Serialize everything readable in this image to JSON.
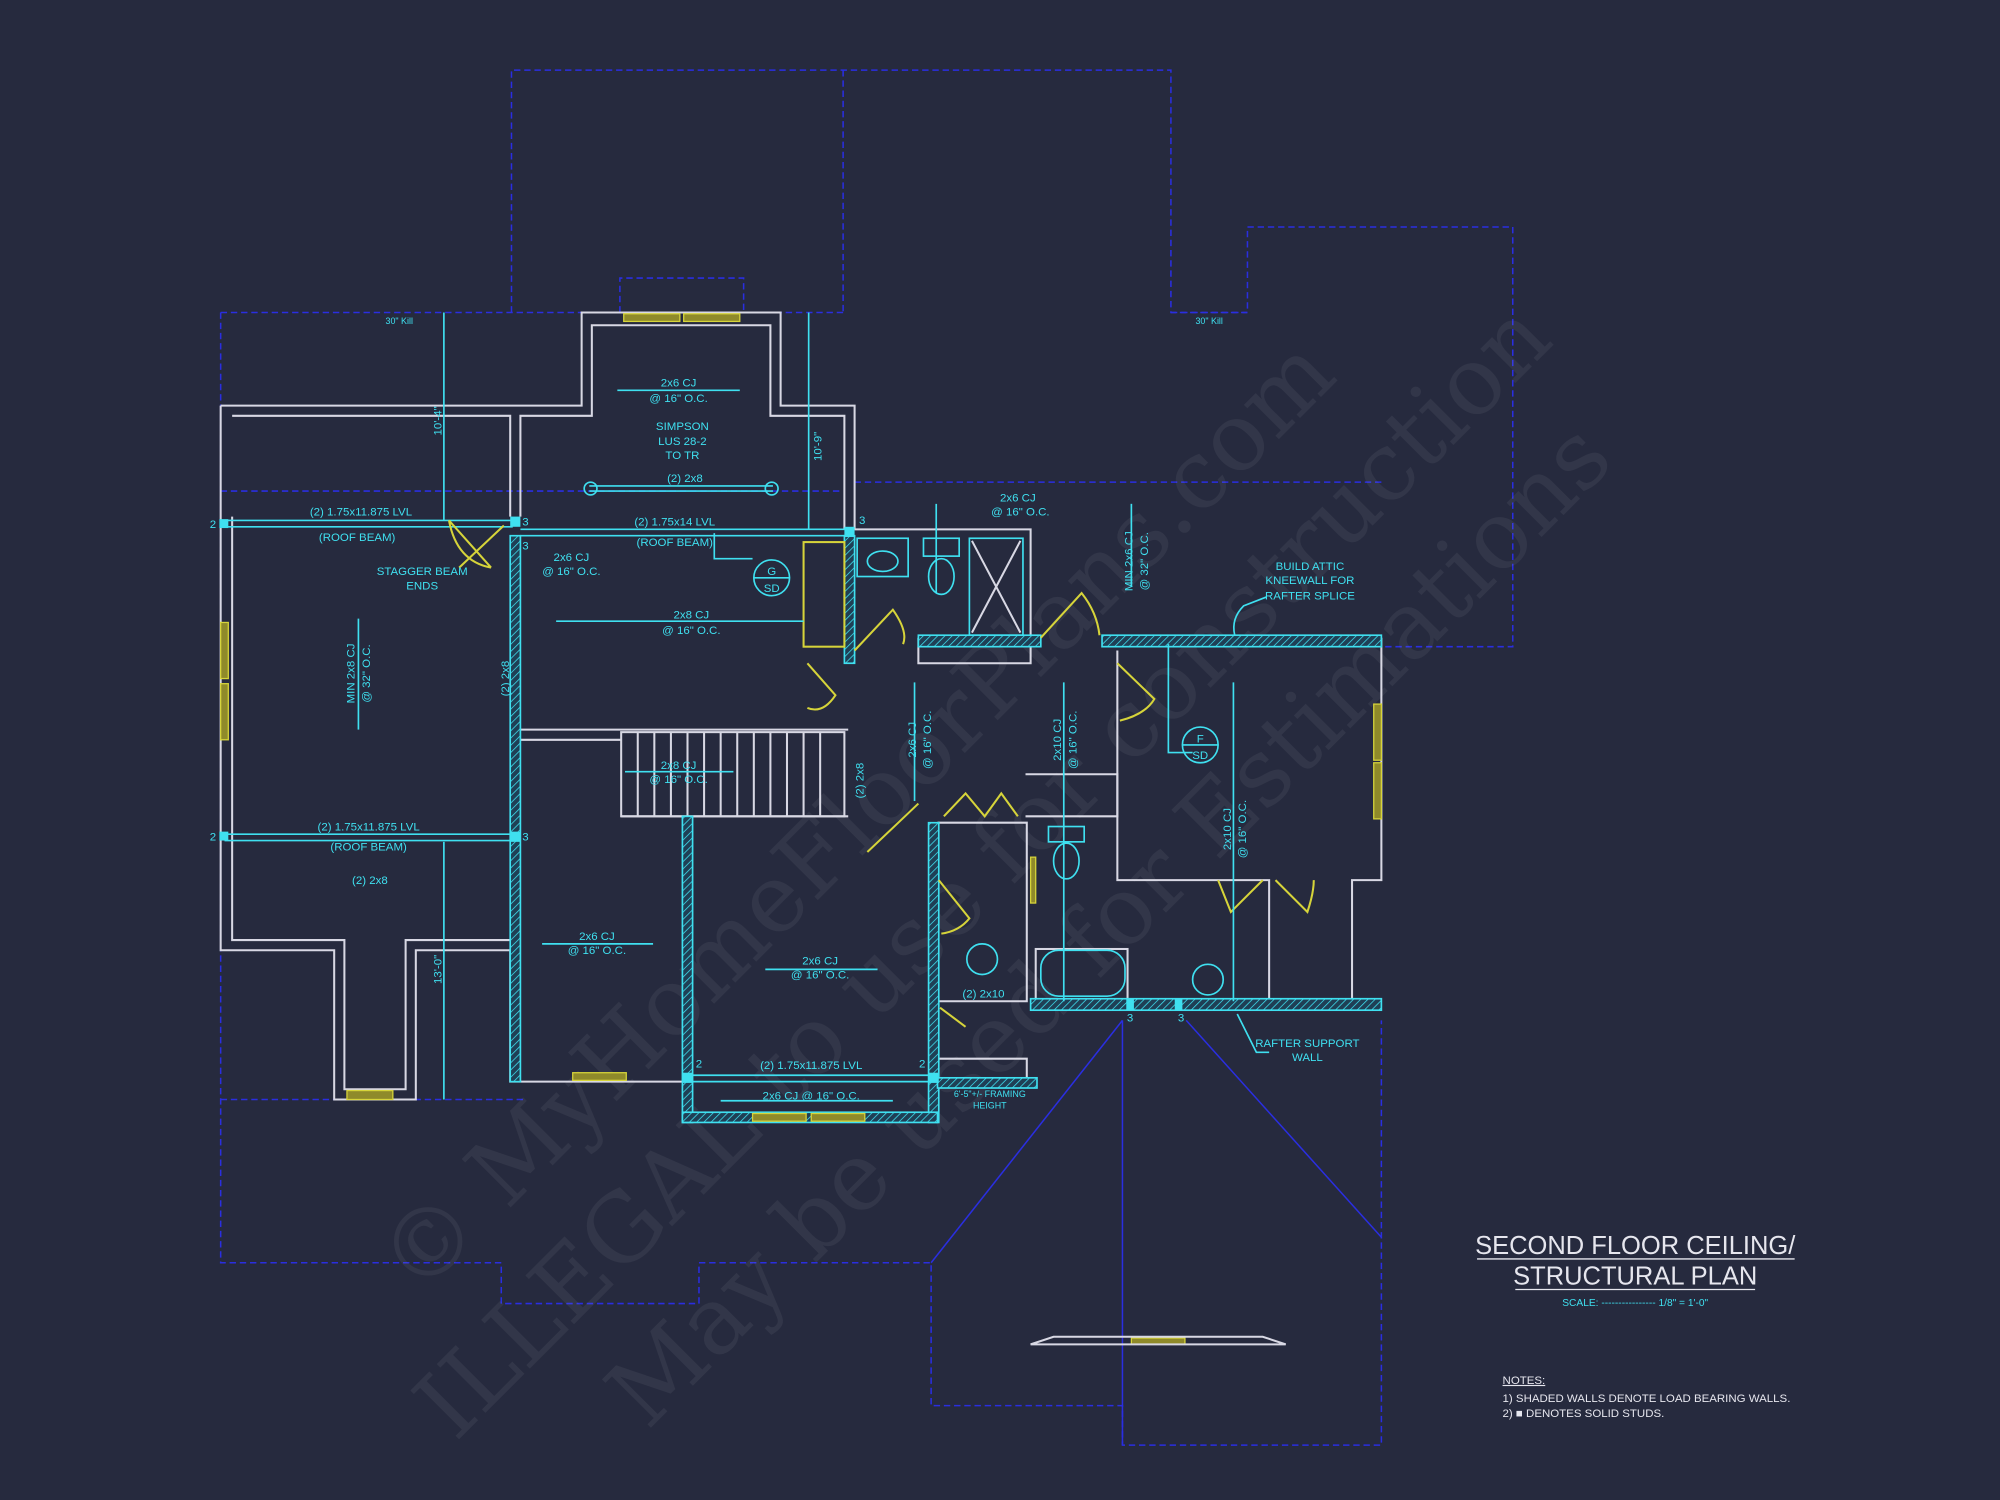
{
  "title": {
    "line1": "SECOND FLOOR CEILING/",
    "line2": "STRUCTURAL PLAN",
    "scale": "SCALE: ---------------- 1/8\" = 1'-0\""
  },
  "notes": {
    "heading": "NOTES:",
    "items": [
      "1) SHADED WALLS DENOTE LOAD BEARING WALLS.",
      "2) ■ DENOTES SOLID STUDS."
    ]
  },
  "labels": {
    "kill_left": "30\" Kill",
    "kill_right": "30\" Kill",
    "cj_top_1": "2x6 CJ",
    "cj_top_2": "@ 16\" O.C.",
    "simpson_1": "SIMPSON",
    "simpson_2": "LUS 28-2",
    "simpson_3": "TO TR",
    "header_2x8": "(2) 2x8",
    "dim_10_4": "10'-4\"",
    "dim_10_9": "10'-9\"",
    "dim_13_0": "13'-0\"",
    "lvl_left": "(2) 1.75x11.875 LVL",
    "roof_beam_left": "(ROOF BEAM)",
    "lvl_mid": "(2) 1.75x14 LVL",
    "roof_beam_mid": "(ROOF BEAM)",
    "stagger_1": "STAGGER BEAM",
    "stagger_2": "ENDS",
    "cj_mid_1": "2x6 CJ",
    "cj_mid_2": "@ 16\" O.C.",
    "cj_2x8_1": "2x8 CJ",
    "cj_2x8_2": "@ 16\" O.C.",
    "min_left_1": "MIN 2x8 CJ",
    "min_left_2": "@ 32\" O.C.",
    "v_2x8_left": "(2) 2x8",
    "lvl_left2": "(2) 1.75x11.875 LVL",
    "roof_beam_left2": "(ROOF BEAM)",
    "header_2x8_b": "(2) 2x8",
    "stair_cj_1": "2x8 CJ",
    "stair_cj_2": "@ 16\" O.C.",
    "v_2x8_stair": "(2) 2x8",
    "cj_bath_1": "2x6 CJ",
    "cj_bath_2": "@ 16\" O.C.",
    "min_right_1": "MIN 2x6 CJ",
    "min_right_2": "@ 32\" O.C.",
    "attic_1": "BUILD ATTIC",
    "attic_2": "KNEEWALL FOR",
    "attic_3": "RAFTER SPLICE",
    "cj_hall_1": "2x6 CJ",
    "cj_hall_2": "@ 16\" O.C.",
    "cj_2x10_1": "2x10 CJ",
    "cj_2x10_2": "@ 16\" O.C.",
    "cj_2x10r_1": "2x10 CJ",
    "cj_2x10r_2": "@ 16\" O.C.",
    "sd_g_top": "G",
    "sd_g_bot": "SD",
    "sd_f_top": "F",
    "sd_f_bot": "SD",
    "cj_lower_l_1": "2x6 CJ",
    "cj_lower_l_2": "@ 16\" O.C.",
    "cj_lower_m_1": "2x6 CJ",
    "cj_lower_m_2": "@ 16\" O.C.",
    "header_2x10": "(2) 2x10",
    "lvl_bottom": "(2) 1.75x11.875 LVL",
    "cj_bottom": "2x6 CJ @ 16\" O.C.",
    "framing_1": "6'-5\"+/- FRAMING",
    "framing_2": "HEIGHT",
    "rafter_1": "RAFTER SUPPORT",
    "rafter_2": "WALL",
    "n2": "2",
    "n3": "3"
  },
  "watermark": [
    "© MyHomeFloorPlans.com",
    "ILLEGAL to use for construction",
    "May be used for Estimations"
  ],
  "colors": {
    "background": "#262a3e",
    "walls": "#d8d8e4",
    "structural": "#3fe0f0",
    "roofline": "#2a2ee0",
    "doors_windows": "#d6d43a"
  }
}
